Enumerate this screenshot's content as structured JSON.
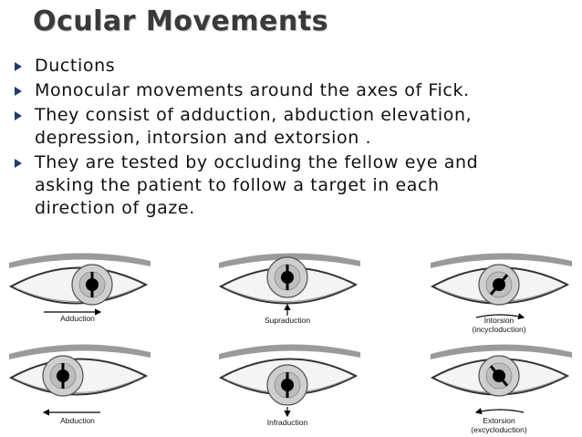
{
  "slide": {
    "title": "Ocular Movements",
    "bullets": [
      "Ductions",
      "Monocular movements around the axes of Fick.",
      "They consist of adduction, abduction  elevation,",
      "depression, intorsion and extorsion .",
      "They are tested by occluding the fellow eye and",
      "asking the patient to follow a target in each",
      "direction of gaze."
    ]
  },
  "figure": {
    "eyes": [
      {
        "label": "Adduction",
        "label2": "",
        "arrow": "right",
        "gaze": "nasal"
      },
      {
        "label": "Supraduction",
        "label2": "",
        "arrow": "up",
        "gaze": "up"
      },
      {
        "label": "Intorsion",
        "label2": "(incycloduction)",
        "arrow": "curve-right",
        "gaze": "intort"
      },
      {
        "label": "Abduction",
        "label2": "",
        "arrow": "left",
        "gaze": "temporal"
      },
      {
        "label": "Infraduction",
        "label2": "",
        "arrow": "down",
        "gaze": "down"
      },
      {
        "label": "Extorsion",
        "label2": "(excycloduction)",
        "arrow": "curve-left",
        "gaze": "extort"
      }
    ]
  }
}
